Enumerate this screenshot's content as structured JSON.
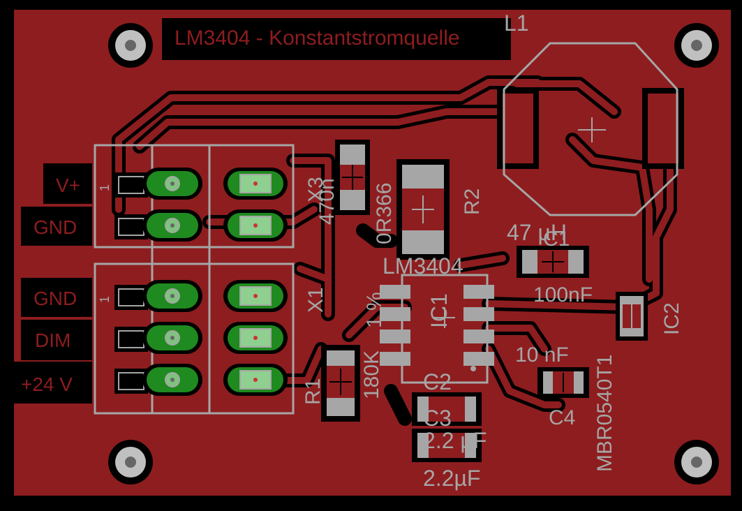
{
  "title": "LM3404 - Konstantstromquelle",
  "colors": {
    "background": "#000000",
    "copper": "#8e1d1f",
    "silkscreen": "#a6a6a6",
    "pad": "#1f8a1f",
    "pad_light": "#7fc27f",
    "drill": "#c0c0c0",
    "label_black": "#000000",
    "label_red": "#8e1d1f"
  },
  "connector_labels": [
    "V+",
    "GND",
    "GND",
    "DIM",
    "+24 V"
  ],
  "pin1_marks": [
    "1",
    "1"
  ],
  "components": {
    "L1": {
      "name": "L1",
      "value": "47 µH"
    },
    "X3": {
      "name": "X3"
    },
    "X1": {
      "name": "X1"
    },
    "C_470n": {
      "value": "470n"
    },
    "R_0R366": {
      "value": "0R366"
    },
    "R2": {
      "name": "R2"
    },
    "C1": {
      "name": "C1",
      "value": "100nF"
    },
    "IC1": {
      "name": "IC1",
      "value": "LM3404"
    },
    "R_1pct": {
      "value": "1 %"
    },
    "R1": {
      "name": "R1",
      "value": "180K"
    },
    "C2": {
      "name": "C2",
      "value": "2.2 µF"
    },
    "C3": {
      "name": "C3",
      "value": "2.2µF"
    },
    "C4": {
      "name": "C4",
      "value": "10 nF"
    },
    "IC2": {
      "name": "IC2",
      "value": "MBR0540T1"
    }
  }
}
